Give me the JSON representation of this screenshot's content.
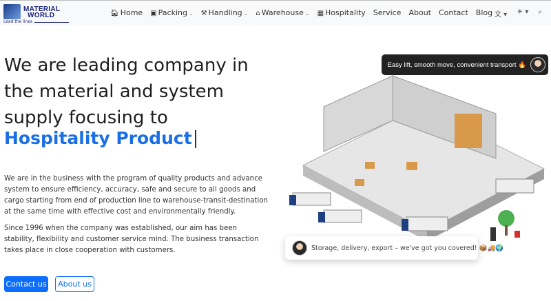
{
  "logo": {
    "brand_line1": "MATERIAL",
    "brand_line2": "WORLD",
    "tagline": "Lead the lines"
  },
  "nav": {
    "items": [
      {
        "label": "Home",
        "icon": "home-icon",
        "dropdown": false
      },
      {
        "label": "Packing",
        "icon": "packing-icon",
        "dropdown": true
      },
      {
        "label": "Handling",
        "icon": "handling-icon",
        "dropdown": true
      },
      {
        "label": "Warehouse",
        "icon": "warehouse-icon",
        "dropdown": true
      },
      {
        "label": "Hospitality",
        "icon": "hospitality-icon",
        "dropdown": false
      },
      {
        "label": "Service",
        "dropdown": false
      },
      {
        "label": "About",
        "dropdown": false
      },
      {
        "label": "Contact",
        "dropdown": false
      },
      {
        "label": "Blog",
        "dropdown": false
      }
    ]
  },
  "hero": {
    "heading": "We are leading company in the material and system supply focusing to",
    "highlight": "Hospitality Product",
    "para1": "We are in the business with the program of quality products and advance system to ensure efficiency, accuracy, safe and secure to all goods and cargo starting from end of production line to warehouse-transit-destination at the same time with effective cost and environmentally friendly.",
    "para2": "Since 1996 when the company was established, our aim has been stability, flexibility and customer service mind. The business transaction takes place in close cooperation with customers.",
    "contact_label": "Contact us",
    "about_label": "About us"
  },
  "bubbles": {
    "top": "Easy lift, smooth move, convenient transport 🔥",
    "bottom": "Storage, delivery, export – we've got you covered! 📦🚚🌍"
  },
  "colors": {
    "accent": "#0d6efd",
    "highlight": "#1a6fe6"
  }
}
